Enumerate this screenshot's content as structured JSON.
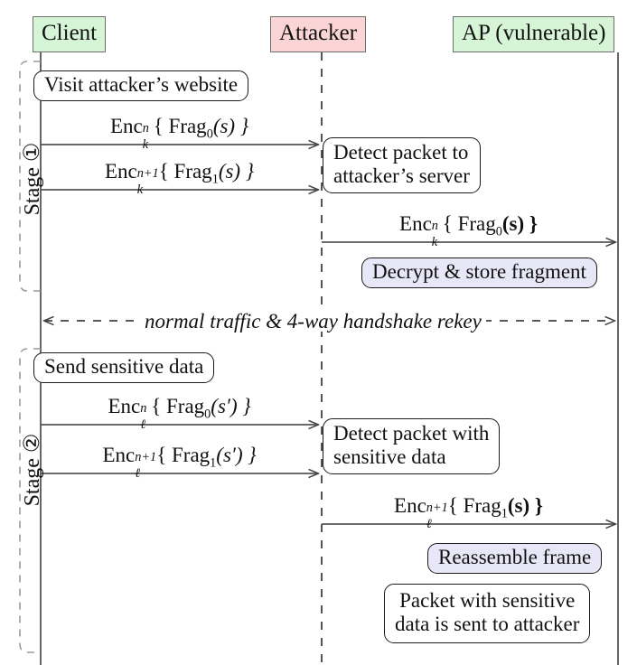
{
  "figure": {
    "type": "sequence-diagram",
    "title": "Fragmentation attack sequence diagram",
    "colors": {
      "client_fill": "#d6f5d6",
      "attacker_fill": "#fbd5d5",
      "ap_fill": "#d6f5d6",
      "note_fill": "#ffffff",
      "highlight_note_fill": "#e7e7f8",
      "line": "#555555",
      "text": "#111111"
    }
  },
  "actors": [
    {
      "id": "client",
      "label": "Client",
      "lifeline": "solid"
    },
    {
      "id": "attacker",
      "label": "Attacker",
      "lifeline": "dashed"
    },
    {
      "id": "ap",
      "label": "AP (vulnerable)",
      "lifeline": "solid"
    }
  ],
  "stages": [
    {
      "label": "Stage",
      "number": "①"
    },
    {
      "label": "Stage",
      "number": "②"
    }
  ],
  "notes": [
    {
      "id": "visit",
      "lines": [
        "Visit attacker’s website"
      ],
      "style": "plain"
    },
    {
      "id": "detect1",
      "lines": [
        "Detect packet to",
        "attacker’s server"
      ],
      "style": "plain"
    },
    {
      "id": "decrypt",
      "lines": [
        "Decrypt & store fragment"
      ],
      "style": "highlight"
    },
    {
      "id": "send",
      "lines": [
        "Send sensitive data"
      ],
      "style": "plain"
    },
    {
      "id": "detect2",
      "lines": [
        "Detect packet with",
        "sensitive data"
      ],
      "style": "plain"
    },
    {
      "id": "reassemble",
      "lines": [
        "Reassemble frame"
      ],
      "style": "highlight"
    },
    {
      "id": "packet",
      "lines": [
        "Packet with sensitive",
        "data is sent to attacker"
      ],
      "style": "plain"
    }
  ],
  "messages": [
    {
      "id": "m1",
      "from": "client",
      "to": "attacker",
      "base": "Enc",
      "sup": "n",
      "sub": "k",
      "body": "{ Frag",
      "idx": "0",
      "arg": "(s) }",
      "arg_style": "italic"
    },
    {
      "id": "m2",
      "from": "client",
      "to": "attacker",
      "base": "Enc",
      "sup": "n+1",
      "sub": "k",
      "body": "{ Frag",
      "idx": "1",
      "arg": "(s) }",
      "arg_style": "italic"
    },
    {
      "id": "m3",
      "from": "attacker",
      "to": "ap",
      "base": "Enc",
      "sup": "n",
      "sub": "k",
      "body": "{ Frag",
      "idx": "0",
      "arg": "(s) }",
      "arg_style": "bold"
    },
    {
      "id": "m4",
      "from": "client",
      "to": "attacker",
      "base": "Enc",
      "sup": "n",
      "sub": "ℓ",
      "body": "{ Frag",
      "idx": "0",
      "arg": "(s′) }",
      "arg_style": "italic"
    },
    {
      "id": "m5",
      "from": "client",
      "to": "attacker",
      "base": "Enc",
      "sup": "n+1",
      "sub": "ℓ",
      "body": "{ Frag",
      "idx": "1",
      "arg": "(s′) }",
      "arg_style": "italic"
    },
    {
      "id": "m6",
      "from": "attacker",
      "to": "ap",
      "base": "Enc",
      "sup": "n+1",
      "sub": "ℓ",
      "body": "{ Frag",
      "idx": "1",
      "arg": "(s) }",
      "arg_style": "bold"
    }
  ],
  "divider": {
    "text": "normal traffic & 4-way handshake rekey",
    "arrow": "double",
    "line": "dashed"
  }
}
